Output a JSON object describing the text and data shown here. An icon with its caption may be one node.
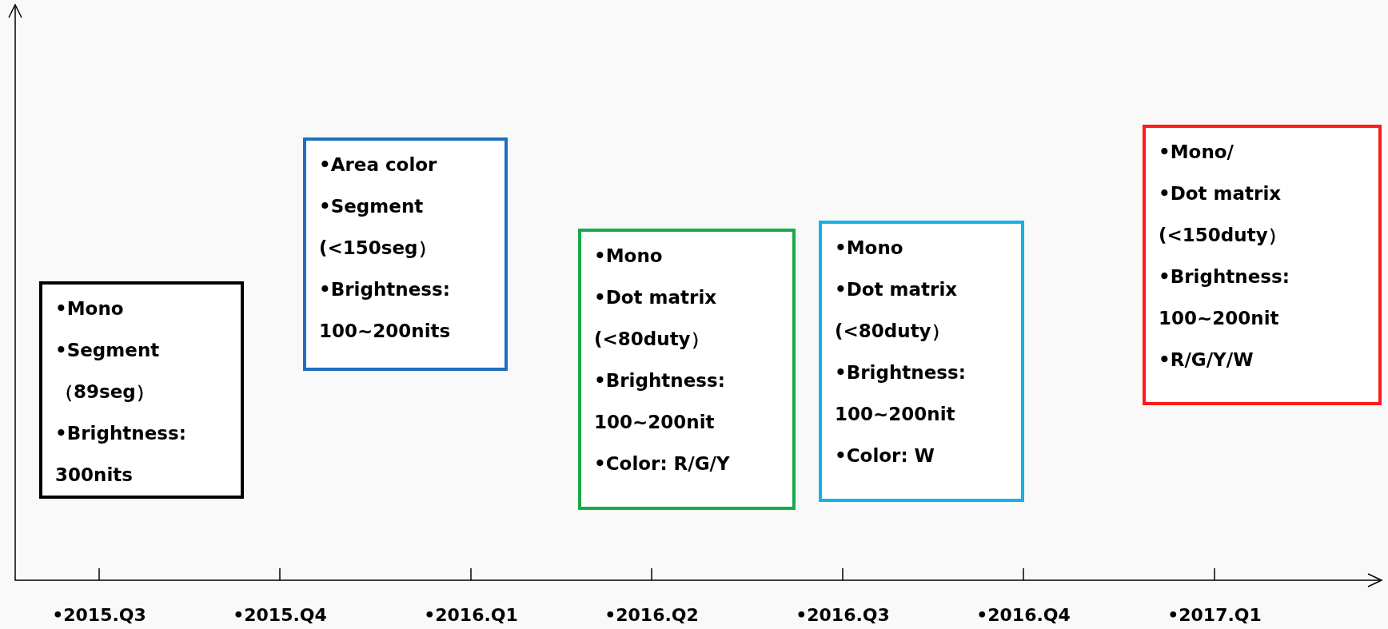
{
  "diagram": {
    "nodes": [
      {
        "text": [
          "•Mono",
          "•Segment （89seg）",
          "•Brightness: 300nits"
        ]
      },
      {
        "text": [
          "•Area color",
          "•Segment (<150seg）",
          "•Brightness: 100~200nits"
        ]
      },
      {
        "text": [
          "•Mono",
          "•Dot matrix (<80duty）",
          "•Brightness: 100~200nit",
          "•Color: R/G/Y"
        ]
      },
      {
        "text": [
          "•Mono",
          "•Dot matrix (<80duty）",
          "•Brightness: 100~200nit",
          "•Color: W"
        ]
      },
      {
        "text": [
          "•Mono/",
          "•Dot matrix (<150duty）",
          "•Brightness: 100~200nit",
          "•R/G/Y/W"
        ]
      }
    ],
    "labels": [
      "•2015.Q3",
      "•2015.Q4",
      "•2016.Q1",
      "•2016.Q2",
      "•2016.Q3",
      "•2016.Q4",
      "•2017.Q1"
    ]
  }
}
